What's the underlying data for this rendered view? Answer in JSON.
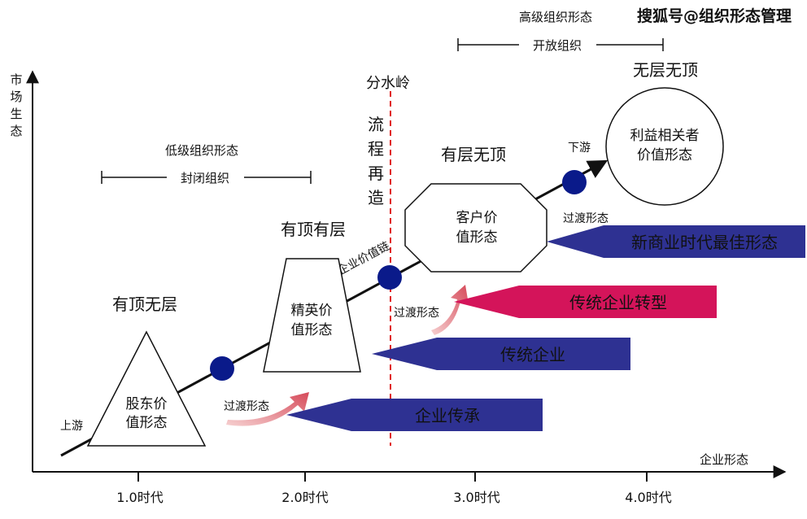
{
  "watermark": "搜狐号@组织形态管理",
  "axes": {
    "y_label_chars": [
      "市",
      "场",
      "生",
      "态"
    ],
    "x_label": "企业形态",
    "ticks": [
      "1.0时代",
      "2.0时代",
      "3.0时代",
      "4.0时代"
    ]
  },
  "top_labels": {
    "advanced_form": "高级组织形态",
    "open_org": "开放组织",
    "low_form": "低级组织形态",
    "closed_org": "封闭组织"
  },
  "watershed": {
    "title": "分水岭",
    "vertical_chars": [
      "流",
      "程",
      "再",
      "造"
    ]
  },
  "chain": {
    "upstream": "上游",
    "downstream": "下游",
    "value_chain": "企业价值链"
  },
  "stages": {
    "s1_title": "有顶无层",
    "s1_lines": [
      "股东价",
      "值形态"
    ],
    "s2_title": "有顶有层",
    "s2_lines": [
      "精英价",
      "值形态"
    ],
    "s3_title": "有层无顶",
    "s3_lines": [
      "客户价",
      "值形态"
    ],
    "s4_title": "无层无顶",
    "s4_lines": [
      "利益相关者",
      "价值形态"
    ]
  },
  "transitions": {
    "t1": "过渡形态",
    "t2": "过渡形态",
    "t3": "过渡形态"
  },
  "arrows": {
    "a1": "企业传承",
    "a2": "传统企业",
    "a3": "传统企业转型",
    "a4": "新商业时代最佳形态"
  },
  "colors": {
    "navy": "#2E3192",
    "magenta": "#D4145A",
    "node": "#0A1A8A",
    "dashed": "#E02020"
  }
}
